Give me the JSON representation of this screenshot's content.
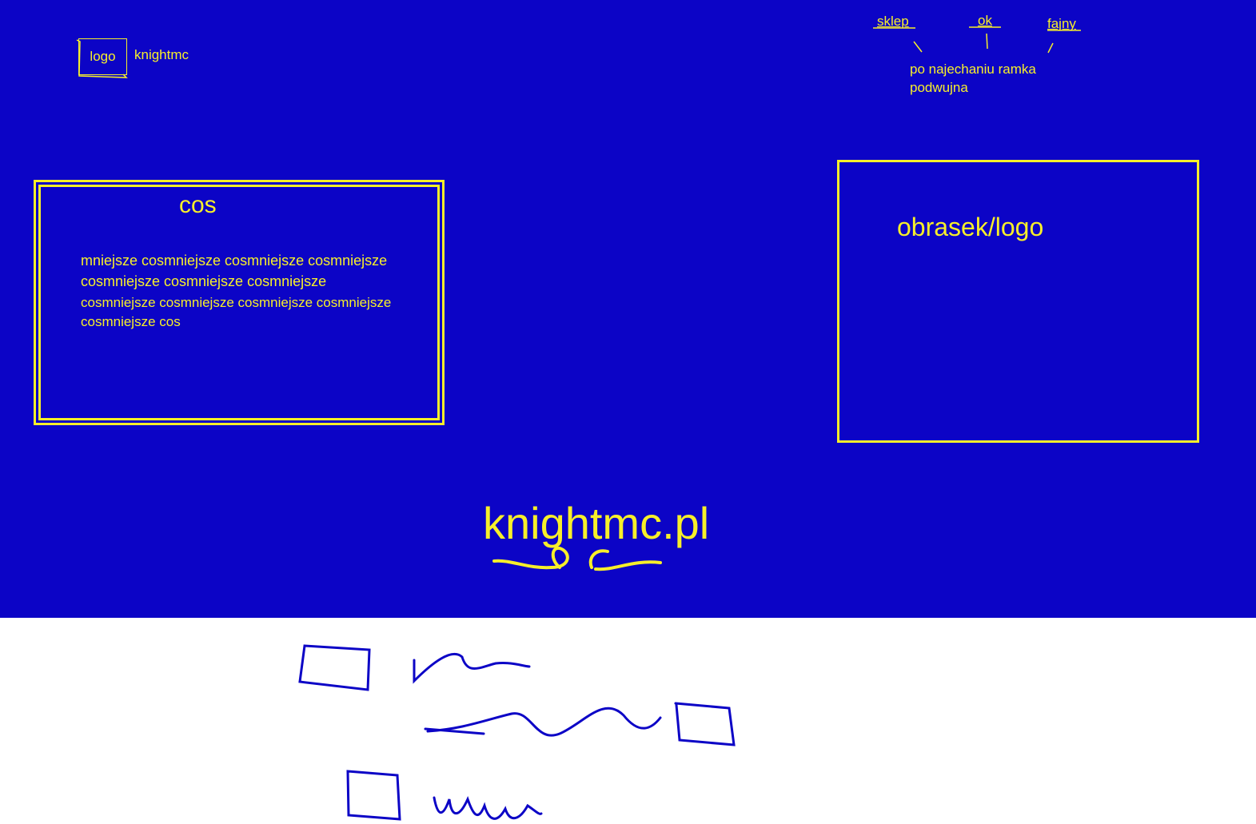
{
  "header": {
    "logo_label": "logo",
    "brand_name": "knightmc",
    "nav": [
      {
        "label": "sklep"
      },
      {
        "label": "ok"
      },
      {
        "label": "fajny"
      }
    ],
    "hover_note_line1": "po najechaniu ramka",
    "hover_note_line2": "podwujna"
  },
  "content_card": {
    "title": "cos",
    "text_line1": "mniejsze cosmniejsze cosmniejsze cosmniejsze",
    "text_line2": "cosmniejsze cosmniejsze cosmniejsze",
    "text_line3": "cosmniejsze cosmniejsze cosmniejsze cosmniejsze",
    "text_line4": "cosmniejsze cos"
  },
  "image_box": {
    "label": "obrasek/logo"
  },
  "footer_title": "knightmc.pl",
  "colors": {
    "background": "#0c04c6",
    "accent": "#f7ef2a",
    "page": "#ffffff"
  },
  "icons": [
    "underline-squiggle",
    "sketch-boxes",
    "sketch-waves"
  ]
}
